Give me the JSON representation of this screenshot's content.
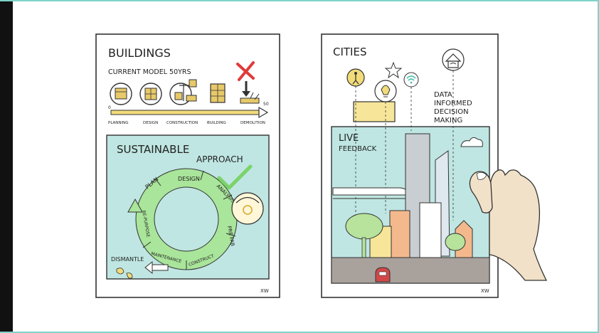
{
  "left_card": {
    "title": "BUILDINGS",
    "subtitle": "CURRENT MODEL 50YRS",
    "timeline_start": "0",
    "timeline_end": "50",
    "stages": [
      "PLANNING",
      "DESIGN",
      "CONSTRUCTION",
      "BUILDING",
      "DEMOLITION"
    ],
    "section_title_1": "SUSTAINABLE",
    "section_title_2": "APPROACH",
    "cycle": [
      "PLAN",
      "DESIGN",
      "ANALYSIS",
      "PRE FAB",
      "CONSTRUCT",
      "MAINTENANCE",
      "RE-PURPOSE"
    ],
    "dismantle": "DISMANTLE",
    "signature": "XW"
  },
  "right_card": {
    "title": "CITIES",
    "data_label": [
      "DATA",
      "INFORMED",
      "DECISION",
      "MAKING"
    ],
    "live_label": "LIVE",
    "feedback_label": "FEEDBACK",
    "signature": "XW"
  },
  "colors": {
    "accent_frame": "#7fd3c8",
    "panel_teal": "#bfe6e2",
    "cycle_green": "#a9e59a",
    "yellow": "#f2dc7a",
    "red_x": "#e03a3a",
    "tower_gray": "#c9ced3"
  }
}
